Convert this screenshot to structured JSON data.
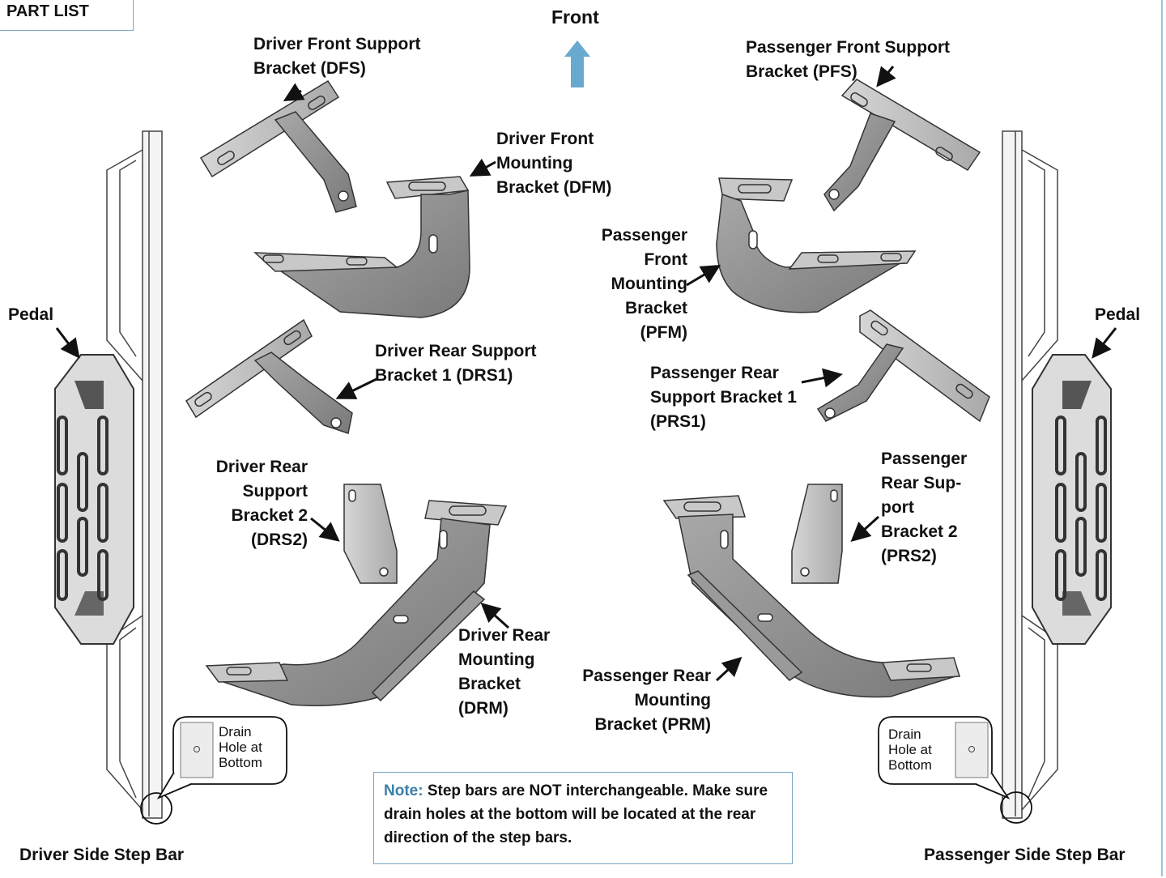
{
  "header": {
    "title": "PART LIST"
  },
  "direction": {
    "label": "Front",
    "arrow_color": "#6aa9cf"
  },
  "colors": {
    "bracket_dark": "#8c8c8c",
    "bracket_light": "#bdbdbd",
    "outline": "#333333",
    "frame": "#7aa6c2"
  },
  "parts": {
    "dfs": "Driver Front Support\nBracket (DFS)",
    "dfm": "Driver Front\nMounting\nBracket (DFM)",
    "drs1": "Driver Rear Support\nBracket 1 (DRS1)",
    "drs2": "Driver Rear\nSupport\nBracket 2\n(DRS2)",
    "drm": "Driver Rear\nMounting\nBracket\n(DRM)",
    "pfs": "Passenger Front Support\nBracket (PFS)",
    "pfm": "Passenger\nFront\nMounting\nBracket\n(PFM)",
    "prs1": "Passenger Rear\nSupport Bracket 1\n(PRS1)",
    "prs2": "Passenger\nRear Sup-\nport\nBracket 2\n(PRS2)",
    "prm": "Passenger Rear\nMounting\nBracket (PRM)"
  },
  "step_bars": {
    "pedal_left": "Pedal",
    "pedal_right": "Pedal",
    "driver_caption": "Driver Side Step Bar",
    "passenger_caption": "Passenger Side Step Bar",
    "drain_left": "Drain\nHole at\nBottom",
    "drain_right": "Drain\nHole at\nBottom"
  },
  "note": {
    "prefix": "Note:",
    "text": " Step bars are NOT interchangeable. Make sure drain holes at the bottom will be located at the rear direction of the step bars."
  }
}
